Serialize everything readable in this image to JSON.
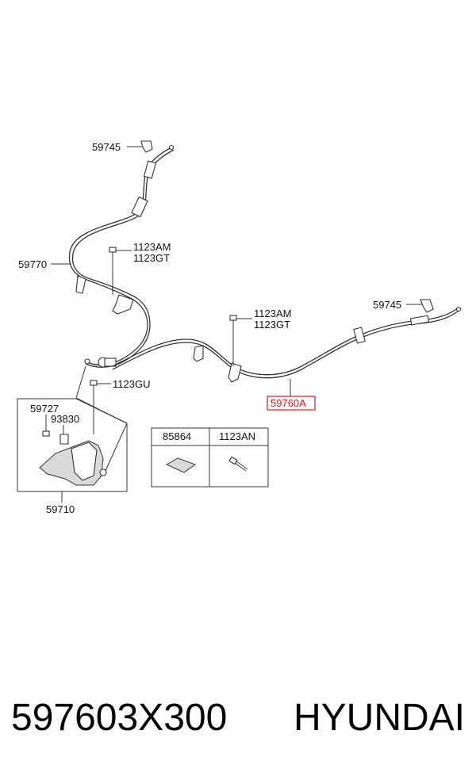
{
  "diagram": {
    "labels": {
      "clip_top": "59745",
      "clip_right": "59745",
      "cable_front": "59770",
      "bolt_top_a": "1123AM",
      "bolt_top_b": "1123GT",
      "bolt_mid_a": "1123AM",
      "bolt_mid_b": "1123GT",
      "bolt_lever": "1123GU",
      "cable_rear": "59760A",
      "screw": "59727",
      "switch": "93830",
      "lever_assy": "59710"
    },
    "table": {
      "headers": [
        "85864",
        "1123AN"
      ]
    },
    "highlight_color": "#e0151b"
  },
  "footer": {
    "part_number": "597603X300",
    "brand": "HYUNDAI"
  }
}
